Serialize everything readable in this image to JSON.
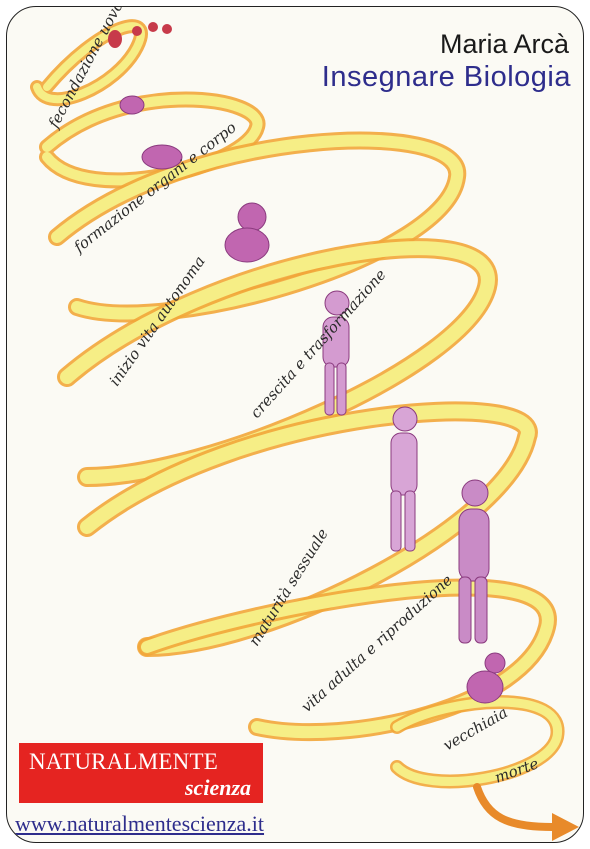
{
  "header": {
    "author": "Maria Arcà",
    "title": "Insegnare Biologia"
  },
  "brand": {
    "line1": "NATURALMENTE",
    "line2": "scienza",
    "color": "#e52421"
  },
  "url": "www.naturalmentescienza.it",
  "spiral_labels": [
    "fecondazione uovo",
    "formazione organi e corpo",
    "inizio vita autonoma",
    "crescita e trasformazione",
    "maturità sessuale",
    "vita adulta e riproduzione",
    "vecchiaia",
    "morte"
  ],
  "colors": {
    "ribbon_light": "#f4ec7c",
    "ribbon_dark": "#f2a63a",
    "figure": "#b85aa7",
    "title_blue": "#2e2d8c"
  }
}
